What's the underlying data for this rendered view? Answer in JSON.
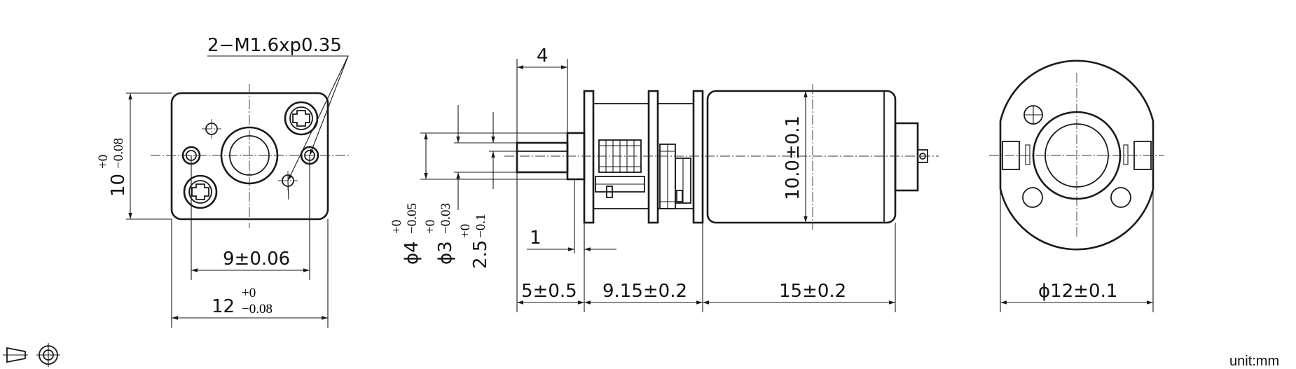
{
  "thread_callout": "2−M1.6xp0.35",
  "left_view": {
    "height_base": "10",
    "height_upper": "+0",
    "height_lower": "−0.08",
    "hole_spacing": "9±0.06",
    "width_base": "12",
    "width_upper": "+0",
    "width_lower": "−0.08"
  },
  "side_view": {
    "shaft_length": "4",
    "flat_length": "1",
    "dia4_base": "ϕ4",
    "dia4_upper": "+0",
    "dia4_lower": "−0.05",
    "dia3_base": "ϕ3",
    "dia3_upper": "+0",
    "dia3_lower": "−0.03",
    "flat_base": "2.5",
    "flat_upper": "+0",
    "flat_lower": "−0.1",
    "len_shaft": "5±0.5",
    "len_gearbox": "9.15±0.2",
    "len_motor": "15±0.2",
    "motor_dia": "10.0±0.1"
  },
  "right_view": {
    "diameter": "ϕ12±0.1"
  },
  "projection_symbol": "first-angle-projection-icon",
  "unit_label": "unit:mm",
  "colors": {
    "ink": "#1a1a1a",
    "background": "#ffffff"
  }
}
